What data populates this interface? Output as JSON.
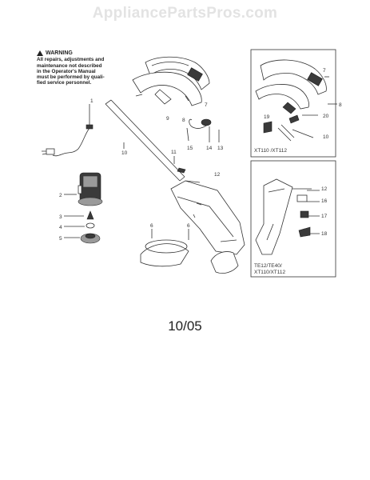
{
  "watermark": "AppliancePartsPros.com",
  "warning": {
    "title": "WARNING",
    "lines": [
      "All repairs, adjustments and",
      "maintenance not described",
      "in the Operator's Manual",
      "must be performed by quali-",
      "fied service personnel."
    ]
  },
  "date_code": "10/05",
  "callouts": {
    "c1": "1",
    "c2": "2",
    "c3": "3",
    "c4": "4",
    "c5": "5",
    "c6a": "6",
    "c6b": "6",
    "c7": "7",
    "c8": "8",
    "c9": "9",
    "c10": "10",
    "c11": "11",
    "c12": "12",
    "c13": "13",
    "c14": "14",
    "c15": "15",
    "i7": "7",
    "i8": "8",
    "i19": "19",
    "i20": "20",
    "i10": "10",
    "i12": "12",
    "i16": "16",
    "i17": "17",
    "i18": "18"
  },
  "inset_top_label": "XT110 /XT112",
  "inset_bottom_label": [
    "TE12/TE40/",
    "XT110/XT112"
  ]
}
